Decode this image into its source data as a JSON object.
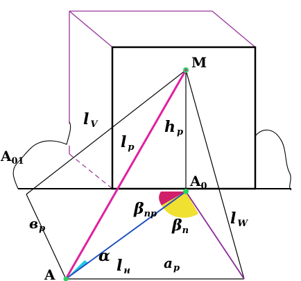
{
  "labels": {
    "M": "M",
    "A": "A",
    "A0": "A",
    "A0_sub": "0",
    "A01": "A",
    "A01_sub": "01",
    "lv": "l",
    "lv_sub": "V",
    "lp": "l",
    "lp_sub": "p",
    "hp": "h",
    "hp_sub": "p",
    "beta_pr": "β",
    "beta_pr_sub": "пр",
    "beta_p": "β",
    "beta_p_sub": "п",
    "alpha": "α",
    "lw": "l",
    "lw_sub": "W",
    "bp": "в",
    "bp_sub": "p",
    "lh": "l",
    "lh_sub": "н",
    "ap": "a",
    "ap_sub": "p"
  },
  "colors": {
    "box_outline": "#000000",
    "box_back": "#993399",
    "magenta_line": "#e020a0",
    "blue_line": "#2050c0",
    "purple_line": "#8a2a9a",
    "cyan_angle": "#1ec8e8",
    "magenta_angle": "#d0206a",
    "yellow_angle": "#f0e030",
    "green_point": "#30d060"
  }
}
